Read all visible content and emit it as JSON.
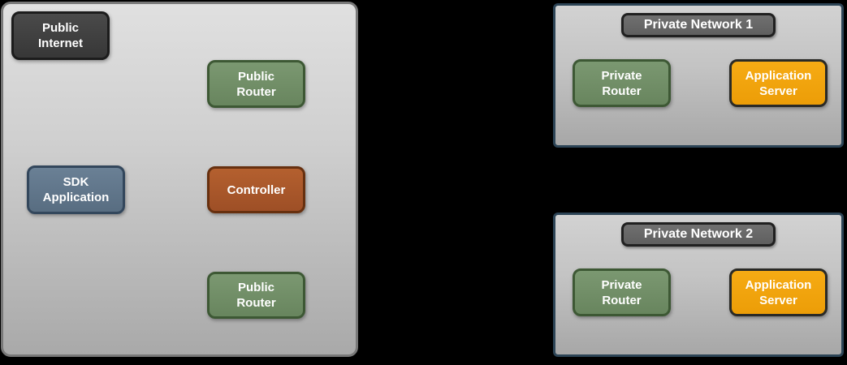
{
  "diagram": {
    "public_zone": {
      "public_internet": {
        "label": "Public\nInternet"
      },
      "public_router_top": {
        "label": "Public\nRouter"
      },
      "sdk_application": {
        "label": "SDK\nApplication"
      },
      "controller": {
        "label": "Controller"
      },
      "public_router_bottom": {
        "label": "Public\nRouter"
      }
    },
    "private_network_1": {
      "title": "Private Network 1",
      "private_router": {
        "label": "Private\nRouter"
      },
      "application_server": {
        "label": "Application\nServer"
      }
    },
    "private_network_2": {
      "title": "Private Network 2",
      "private_router": {
        "label": "Private\nRouter"
      },
      "application_server": {
        "label": "Application\nServer"
      }
    },
    "palette": {
      "background": "#000000",
      "public_zone_fill_top": "#e0e0e0",
      "public_zone_fill_bottom": "#a9a9a9",
      "public_zone_border": "#787878",
      "private_zone_border": "#2c4456",
      "title_fill": "#656565",
      "title_border": "#202020",
      "dark_node_fill": "#3f3f3f",
      "dark_node_border": "#1c1c1c",
      "green_node_fill": "#6f8c65",
      "green_node_border": "#3d5834",
      "blue_node_fill": "#60758a",
      "blue_node_border": "#33475c",
      "rust_node_fill": "#a9562b",
      "rust_node_border": "#67300f",
      "orange_node_fill": "#f2a30c",
      "orange_node_border": "#2a2a26",
      "label_color": "#ffffff"
    }
  }
}
